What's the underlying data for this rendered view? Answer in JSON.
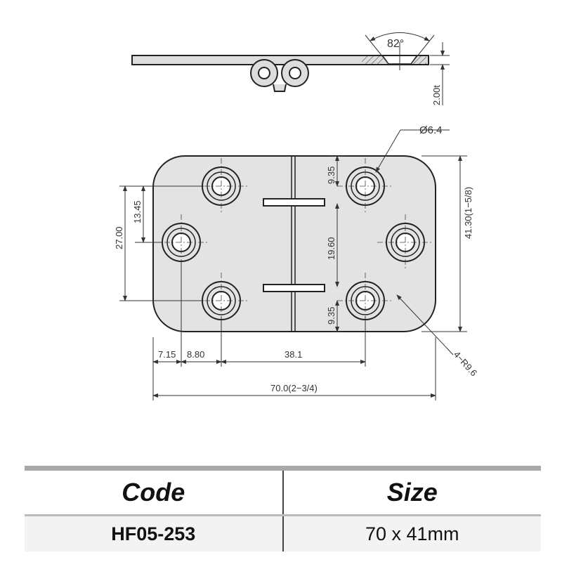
{
  "drawing": {
    "angle_label": "82°",
    "thickness_label": "2.00t",
    "hole_diameter_label": "Ø6.4",
    "dim_right_top": "9.35",
    "dim_right_mid": "19.60",
    "dim_right_bottom": "9.35",
    "dim_height": "41.30(1−5/8)",
    "dim_left_short": "13.45",
    "dim_left_long": "27.00",
    "dim_bottom_1": "7.15",
    "dim_bottom_2": "8.80",
    "dim_bottom_3": "38.1",
    "dim_width": "70.0(2−3/4)",
    "radius_label": "4−R9.6"
  },
  "table": {
    "headers": [
      "Code",
      "Size"
    ],
    "rows": [
      [
        "HF05-253",
        "70 x 41mm"
      ]
    ]
  }
}
